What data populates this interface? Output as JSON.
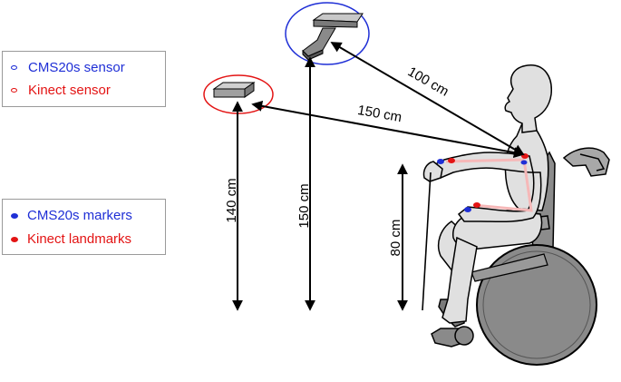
{
  "legend_sensors": {
    "items": [
      {
        "label": "CMS20s sensor",
        "color": "#1f2fd6"
      },
      {
        "label": "Kinect sensor",
        "color": "#e31414"
      }
    ]
  },
  "legend_markers": {
    "items": [
      {
        "label": "CMS20s markers",
        "color": "#1f2fd6"
      },
      {
        "label": "Kinect landmarks",
        "color": "#e31414"
      }
    ]
  },
  "dimensions": {
    "cms_to_subject": "100 cm",
    "kinect_to_subject": "150 cm",
    "kinect_height": "140 cm",
    "cms_height": "150 cm",
    "shoulder_height": "80 cm"
  }
}
